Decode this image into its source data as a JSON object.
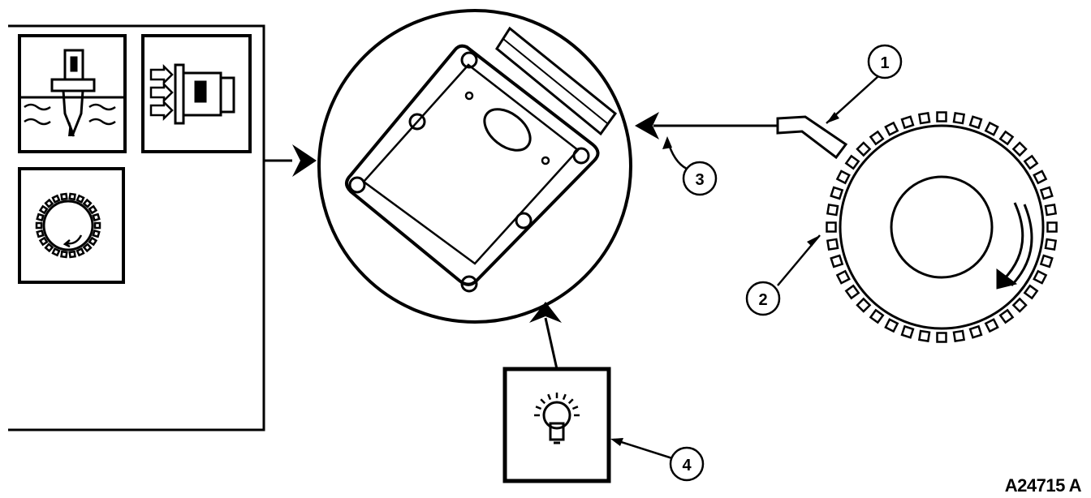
{
  "figure_id": "A24715 A",
  "callouts": [
    "1",
    "2",
    "3",
    "4"
  ],
  "input_panel": {
    "sensors": [
      "temperature-sensor-icon",
      "airflow-sensor-icon",
      "toothed-wheel-sensor-icon"
    ]
  },
  "control_module": {
    "icon": "control-module-icon"
  },
  "output_device": {
    "icon": "warning-lamp-bulb-icon"
  },
  "pickup": {
    "parts": [
      "speed-sensor-pickup-icon",
      "toothed-reluctor-wheel-icon",
      "rotation-arrow-icon"
    ]
  }
}
